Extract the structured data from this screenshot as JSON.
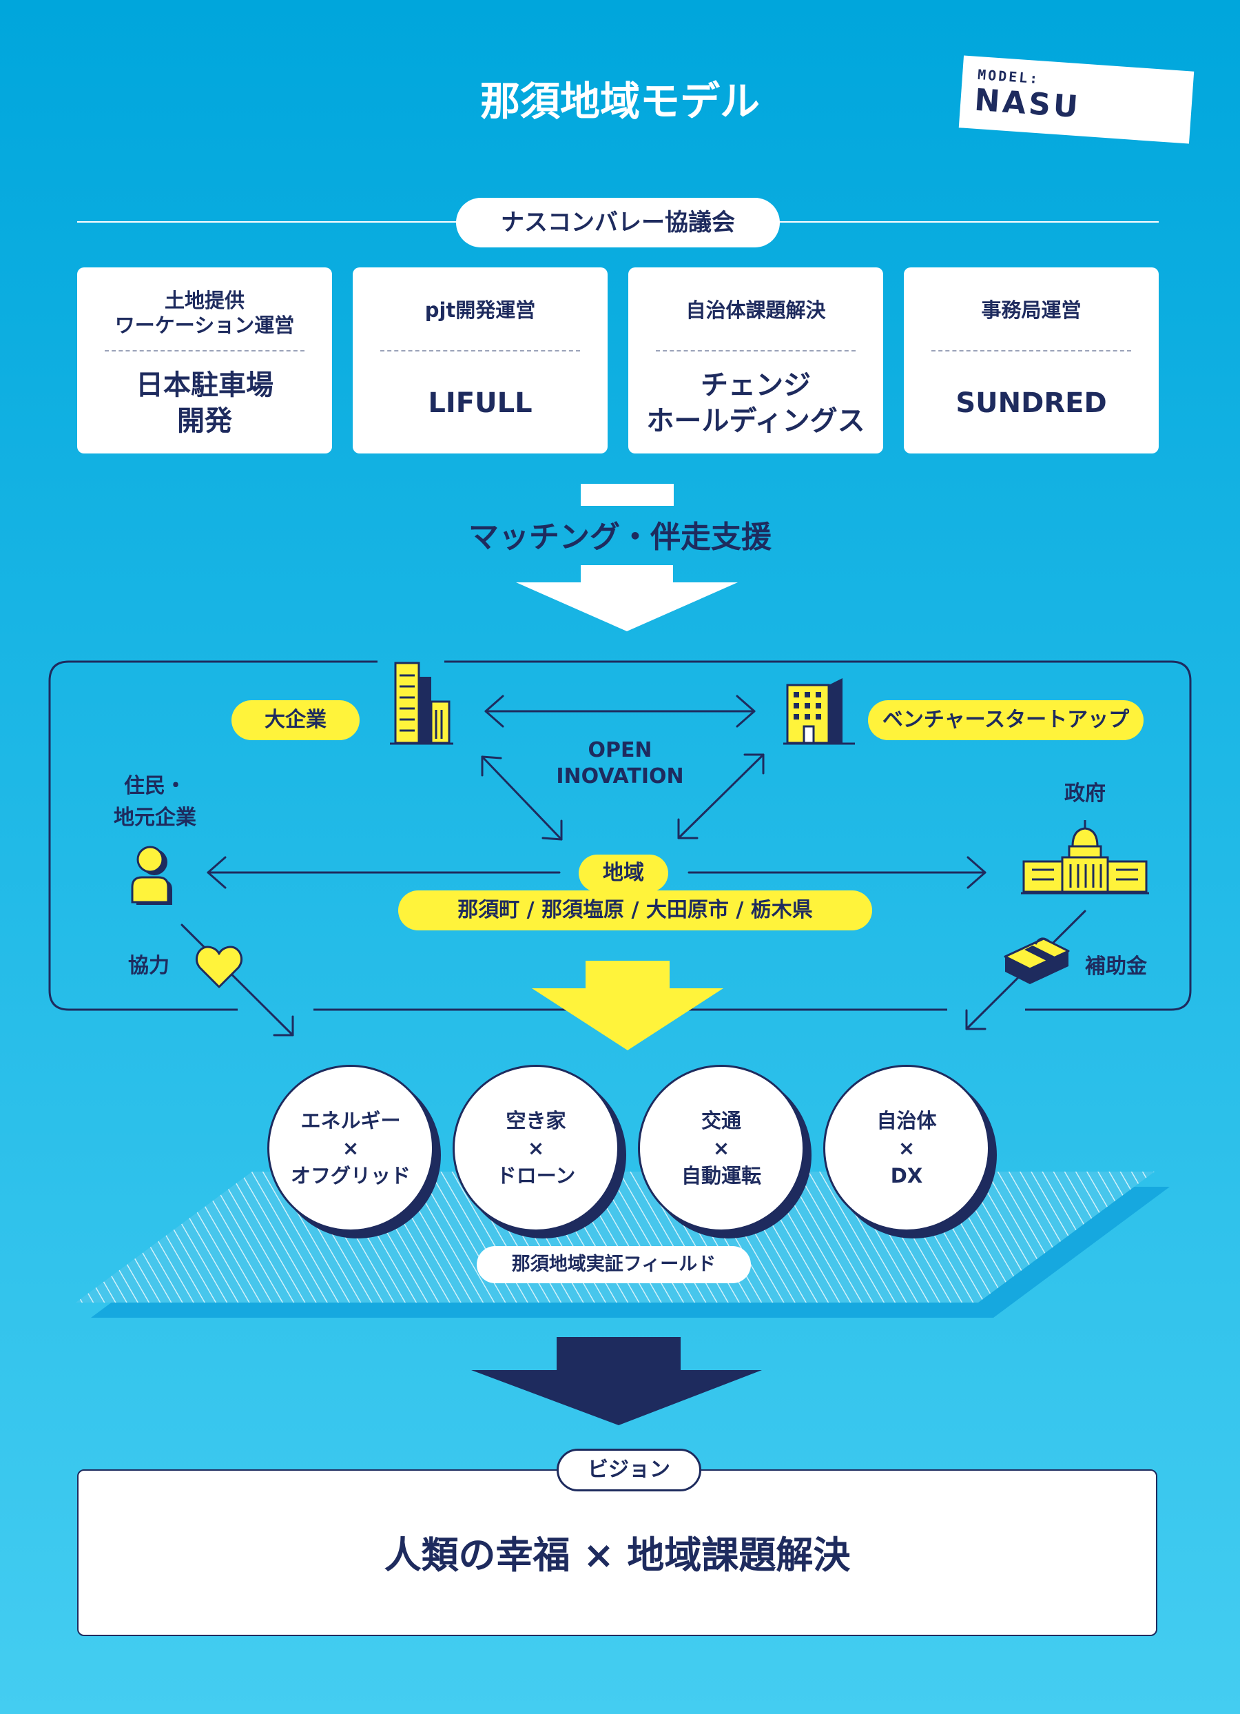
{
  "title": "那須地域モデル",
  "badge": {
    "small": "MODEL:",
    "large": "NASU"
  },
  "council": {
    "label": "ナスコンバレー協議会"
  },
  "members": [
    {
      "role": "土地提供\nワーケーション運営",
      "org": "日本駐車場\n開発"
    },
    {
      "role": "pjt開発運営",
      "org": "LIFULL"
    },
    {
      "role": "自治体課題解決",
      "org": "チェンジ\nホールディングス"
    },
    {
      "role": "事務局運営",
      "org": "SUNDRED"
    }
  ],
  "support": {
    "label": "マッチング・伴走支援"
  },
  "ecosystem": {
    "large_company": "大企業",
    "startup": "ベンチャースタートアップ",
    "open_innovation": "OPEN\nINOVATION",
    "residents": "住民・\n地元企業",
    "government": "政府",
    "region": "地域",
    "region_names": "那須町 / 那須塩原 / 大田原市 / 栃木県",
    "cooperation": "協力",
    "subsidy": "補助金"
  },
  "themes": [
    {
      "label": "エネルギー\n×\nオフグリッド"
    },
    {
      "label": "空き家\n×\nドローン"
    },
    {
      "label": "交通\n×\n自動運転"
    },
    {
      "label": "自治体\n×\nDX"
    }
  ],
  "field": {
    "label": "那須地域実証フィールド"
  },
  "vision": {
    "label": "ビジョン",
    "statement": "人類の幸福 × 地域課題解決"
  },
  "colors": {
    "navy": "#1e2b5e",
    "yellow": "#fff33b",
    "sky": "#1eb8e6",
    "white": "#ffffff"
  }
}
